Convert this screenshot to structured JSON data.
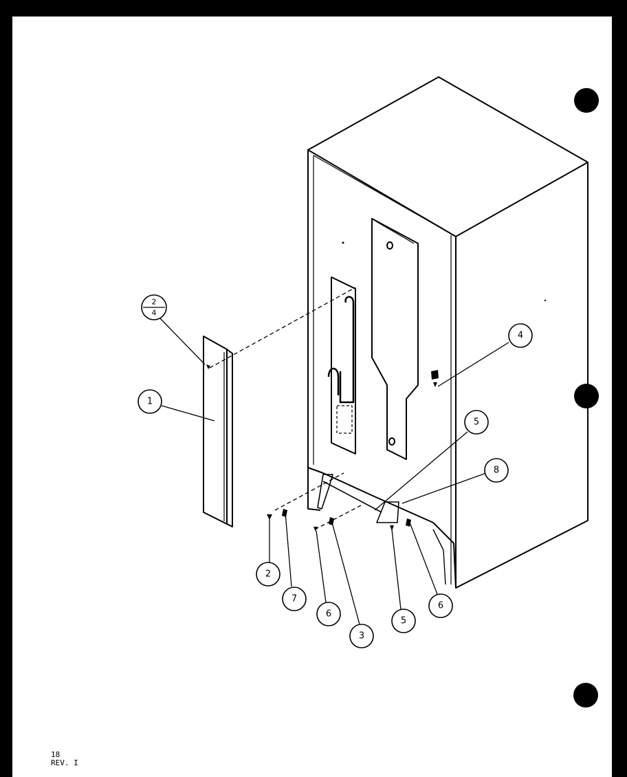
{
  "callouts": [
    {
      "id": "1",
      "label": "1"
    },
    {
      "id": "2a",
      "label": "2"
    },
    {
      "id": "7",
      "label": "7"
    },
    {
      "id": "6a",
      "label": "6"
    },
    {
      "id": "3",
      "label": "3"
    },
    {
      "id": "5a",
      "label": "5"
    },
    {
      "id": "6b",
      "label": "6"
    },
    {
      "id": "4",
      "label": "4"
    },
    {
      "id": "5b",
      "label": "5"
    },
    {
      "id": "8",
      "label": "8"
    }
  ],
  "fraction_callout": {
    "numerator": "2",
    "denominator": "4"
  },
  "footer": {
    "page_number": "18",
    "revision": "REV. I"
  }
}
